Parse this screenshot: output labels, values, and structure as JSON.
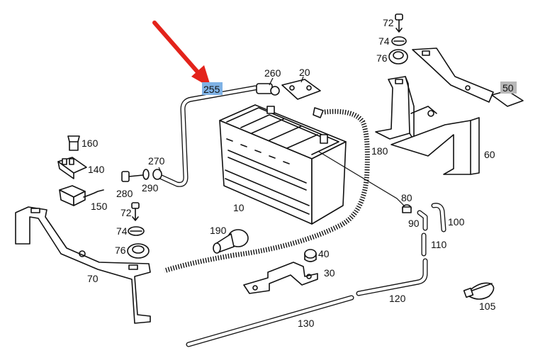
{
  "highlight_color": "#7fb2e5",
  "highlight_gray": "#b8b8b8",
  "arrow_color": "#e3231b",
  "labels": {
    "p10": "10",
    "p20": "20",
    "p30": "30",
    "p40": "40",
    "p50": "50",
    "p60": "60",
    "p70": "70",
    "p72a": "72",
    "p72b": "72",
    "p74a": "74",
    "p74b": "74",
    "p76a": "76",
    "p76b": "76",
    "p80": "80",
    "p90": "90",
    "p100": "100",
    "p105": "105",
    "p110": "110",
    "p120": "120",
    "p130": "130",
    "p140": "140",
    "p150": "150",
    "p160": "160",
    "p180": "180",
    "p190": "190",
    "p255": "255",
    "p260": "260",
    "p270": "270",
    "p280": "280",
    "p290": "290"
  }
}
